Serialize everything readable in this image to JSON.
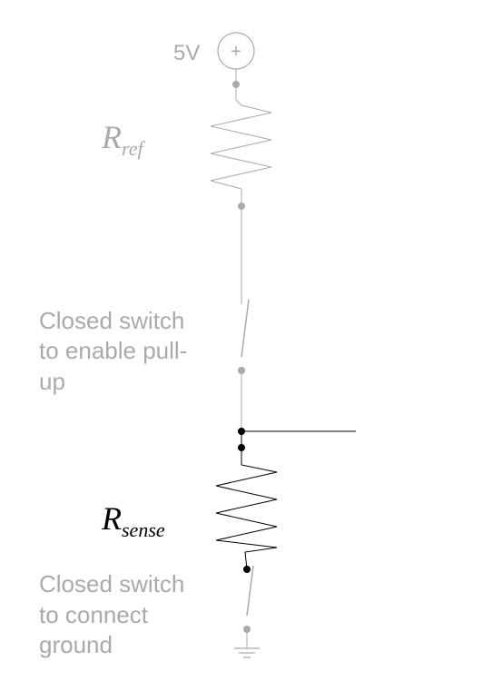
{
  "diagram": {
    "supply": {
      "label": "5V",
      "symbol": "+"
    },
    "r_ref": {
      "main": "R",
      "sub": "ref"
    },
    "r_sense": {
      "main": "R",
      "sub": "sense"
    },
    "pullup_switch_note": [
      "Closed switch",
      "to enable pull-",
      "up"
    ],
    "ground_switch_note": [
      "Closed switch",
      "to connect",
      "ground"
    ],
    "colors": {
      "dimmed": "#aaaaaa",
      "active": "#000000",
      "background": "#ffffff"
    }
  }
}
